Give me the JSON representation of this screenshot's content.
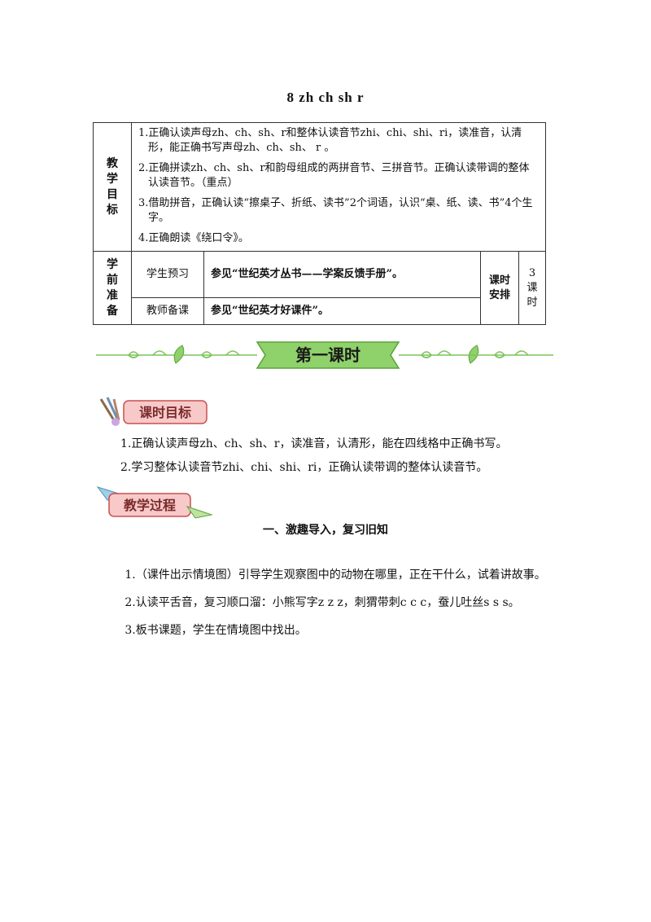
{
  "lesson_title": "8 zh ch sh r",
  "plan_table": {
    "goals_header": "教学目标",
    "goals": [
      "1.正确认读声母zh、ch、sh、r和整体认读音节zhi、chi、shi、ri，读准音，认清形，能正确书写声母zh、ch、sh、 r 。",
      "2.正确拼读zh、ch、sh、r和韵母组成的两拼音节、三拼音节。正确认读带调的整体认读音节。（重点）",
      "3.借助拼音，正确认读“擦桌子、折纸、读书”2个词语，认识“桌、纸、读、书”4个生字。",
      "4.正确朗读《绕口令》。"
    ],
    "prep_header": "学前准备",
    "student_label": "学生预习",
    "student_content": "参见“世纪英才丛书——学案反馈手册”。",
    "teacher_label": "教师备课",
    "teacher_content": "参见“世纪英才好课件”。",
    "lesson_label": "课时安排",
    "lesson_value": "3课时"
  },
  "banner_text": "第一课时",
  "class_goals_tag": "课时目标",
  "class_goals": [
    "1.正确认读声母zh、ch、sh、r，读准音，认清形，能在四线格中正确书写。",
    "2.学习整体认读音节zhi、chi、shi、ri，正确认读带调的整体认读音节。"
  ],
  "process_tag": "教学过程",
  "section_heading": "一、激趣导入，复习旧知",
  "process_items": [
    "1.（课件出示情境图）引导学生观察图中的动物在哪里，正在干什么，试着讲故事。",
    "2.认读平舌音，复习顺口溜：小熊写字z z z，刺猬带刺c c c，蚕儿吐丝s s s。",
    "3.板书课题，学生在情境图中找出。"
  ],
  "colors": {
    "banner_green": "#8fd16a",
    "vine_green": "#7cc35a",
    "tag_pink": "#f7c9c9",
    "tag_border": "#c8504f",
    "text": "#111111"
  }
}
